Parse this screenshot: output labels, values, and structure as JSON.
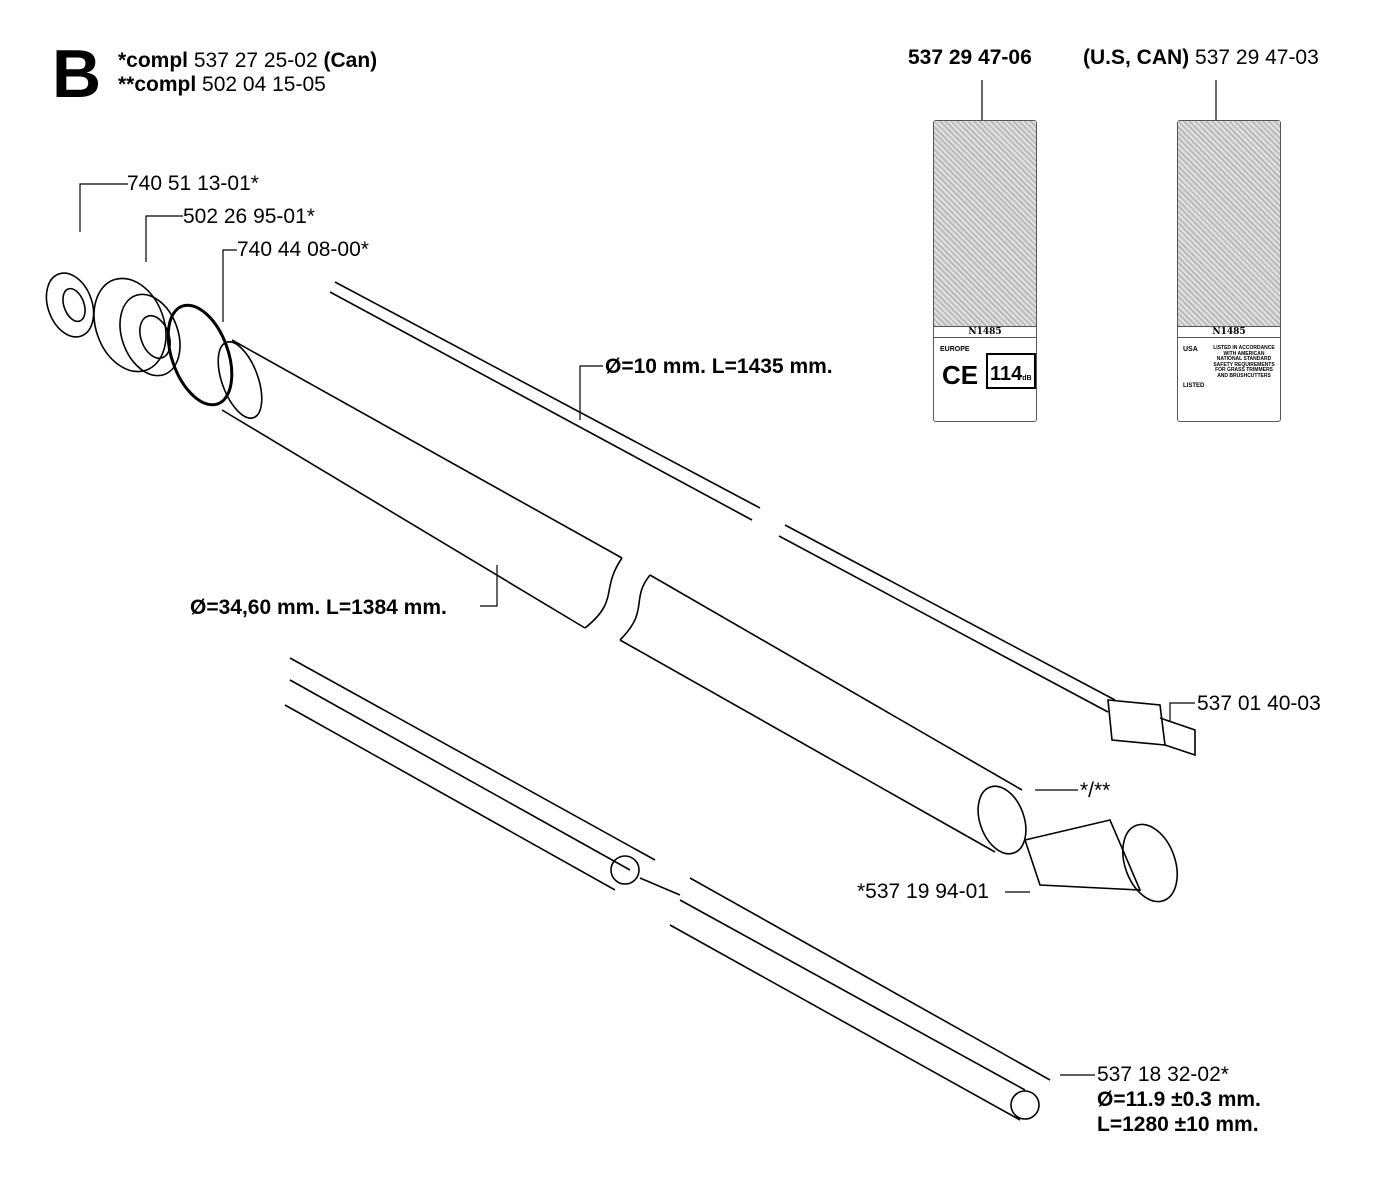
{
  "section": "B",
  "header": {
    "compl1_prefix": "*compl",
    "compl1_number": "537 27 25-02",
    "compl1_suffix": "(Can)",
    "compl2_prefix": "**compl",
    "compl2_number": "502 04 15-05"
  },
  "decals": [
    {
      "part": "537 29 47-06",
      "region": "",
      "code": "N1485",
      "market": "EUROPE",
      "noise_level": "114",
      "noise_unit": "dB"
    },
    {
      "part": "537 29 47-03",
      "region": "(U.S, CAN)",
      "code": "N1485",
      "market": "USA",
      "listing": "LISTED IN ACCORDANCE WITH AMERICAN NATIONAL STANDARD SAFETY REQUIREMENTS FOR GRASS TRIMMERS AND BRUSHCUTTERS",
      "listed": "LISTED"
    }
  ],
  "parts": [
    {
      "label": "740 51 13-01*"
    },
    {
      "label": "502 26 95-01*"
    },
    {
      "label": "740 44 08-00*"
    },
    {
      "label": "Ø=10 mm. L=1435 mm."
    },
    {
      "label": "Ø=34,60 mm. L=1384 mm."
    },
    {
      "label": "537 01 40-03"
    },
    {
      "label": "*/**"
    },
    {
      "label": "*537 19 94-01"
    },
    {
      "label": "537 18 32-02*",
      "spec1": "Ø=11.9 ±0.3 mm.",
      "spec2": "L=1280 ±10 mm."
    }
  ]
}
